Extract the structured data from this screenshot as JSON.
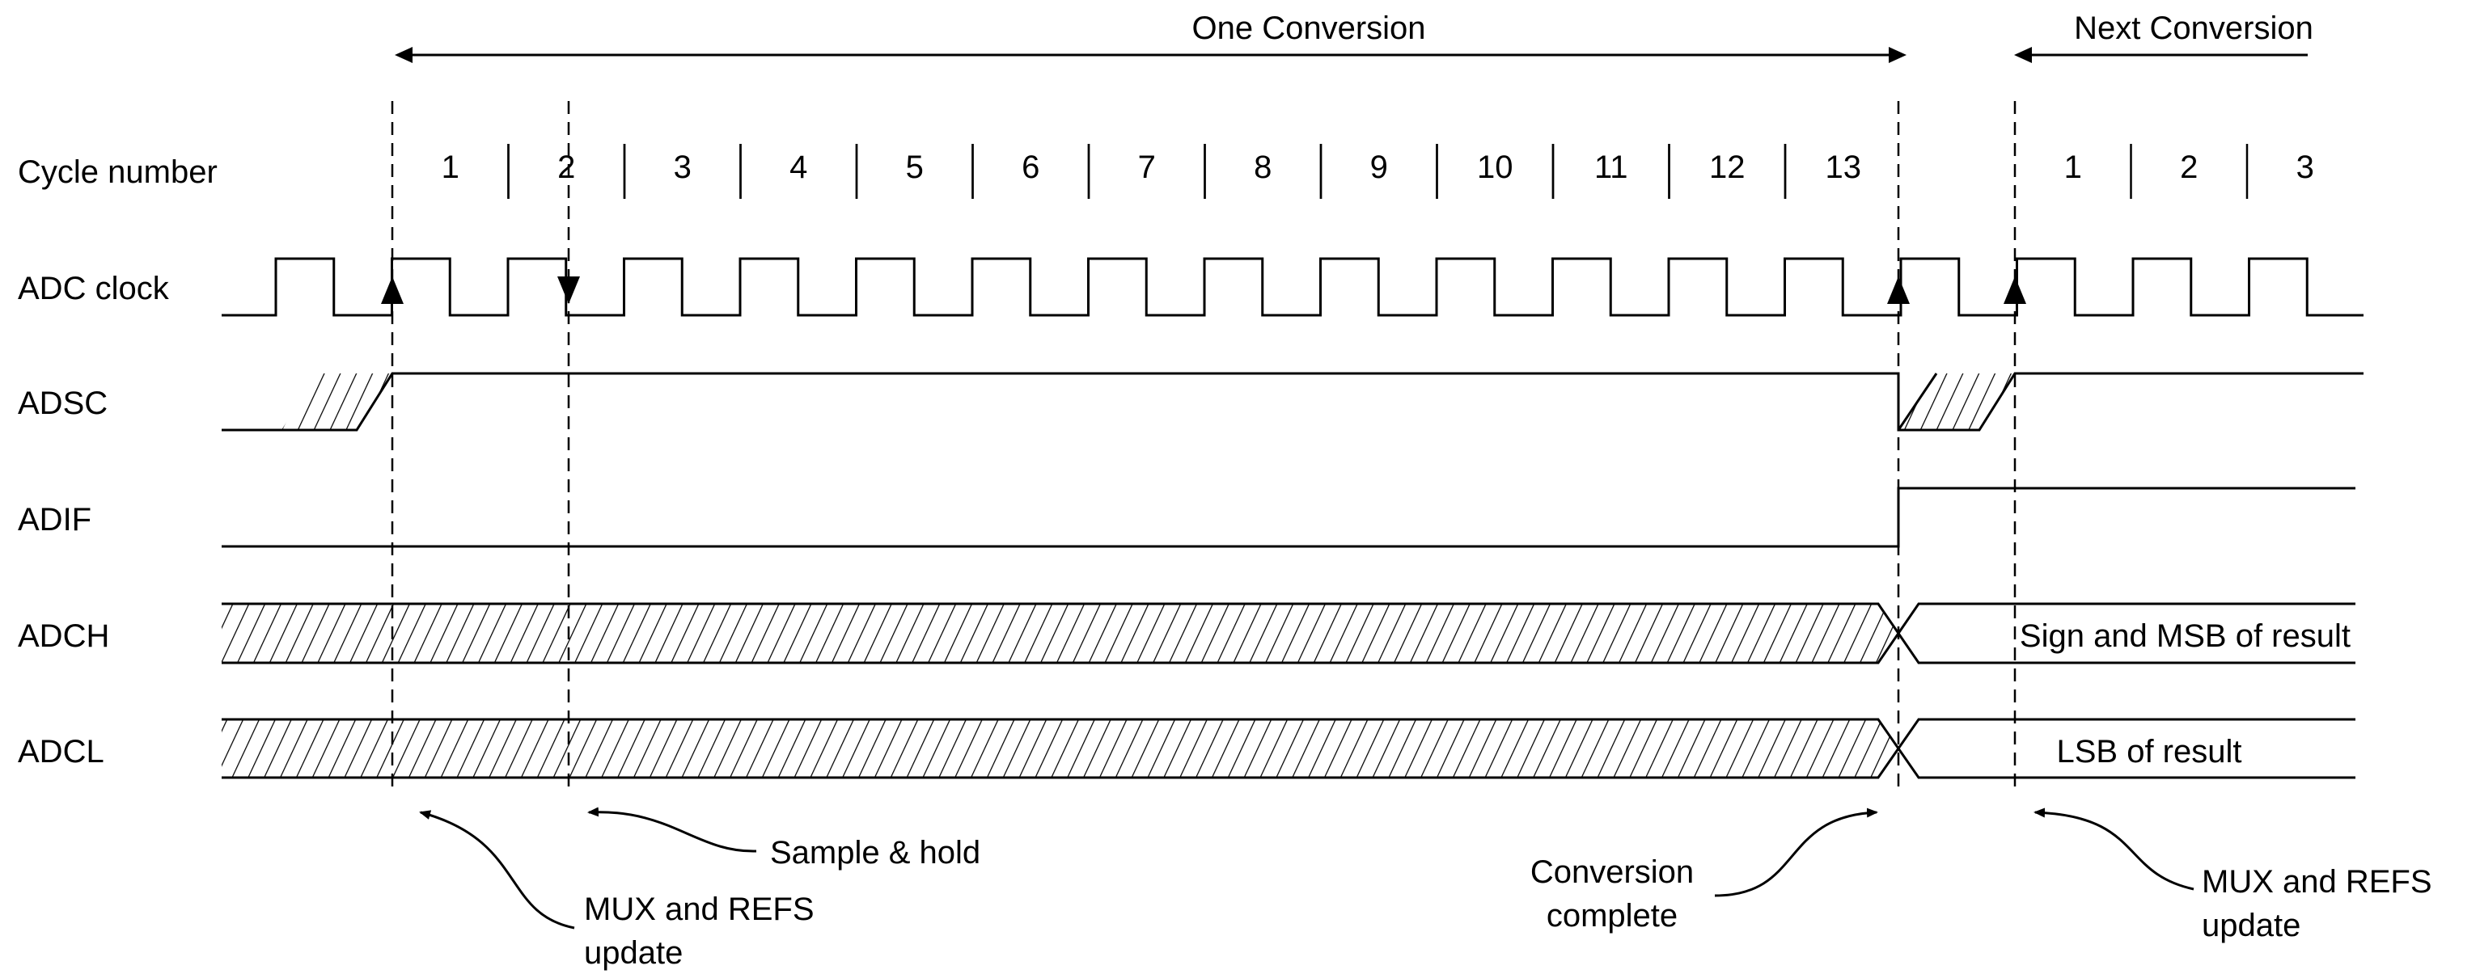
{
  "header": {
    "one_conversion": "One Conversion",
    "next_conversion": "Next Conversion"
  },
  "cycle_row": {
    "label": "Cycle number",
    "numbers": [
      "1",
      "2",
      "3",
      "4",
      "5",
      "6",
      "7",
      "8",
      "9",
      "10",
      "11",
      "12",
      "13"
    ],
    "next_numbers": [
      "1",
      "2",
      "3"
    ]
  },
  "signals": {
    "adc_clock": "ADC clock",
    "adsc": "ADSC",
    "adif": "ADIF",
    "adch": "ADCH",
    "adcl": "ADCL"
  },
  "bus_values": {
    "adch": "Sign and MSB of result",
    "adcl": "LSB of result"
  },
  "annotations": {
    "mux_update_1": [
      "MUX and REFS",
      "update"
    ],
    "sample_hold": "Sample & hold",
    "conversion_complete": [
      "Conversion",
      "complete"
    ],
    "mux_update_2": [
      "MUX and REFS",
      "update"
    ]
  }
}
